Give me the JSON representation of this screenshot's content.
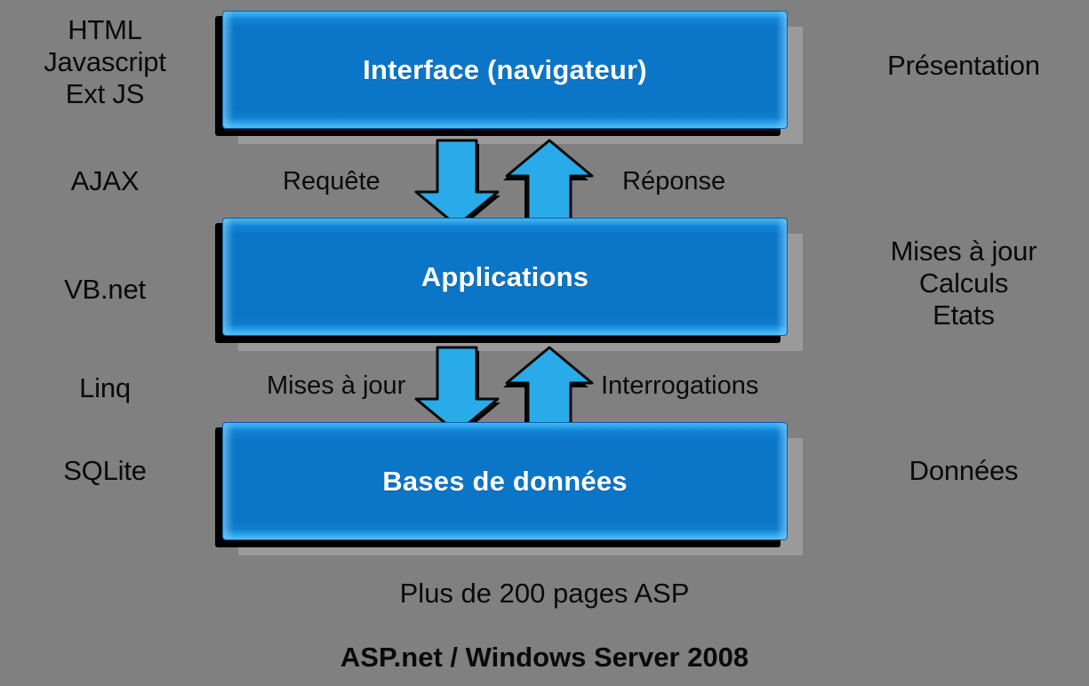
{
  "meta": {
    "background_color": "#808080",
    "box_fill_color": "#0b76c8",
    "box_highlight_color": "#4db4ef",
    "arrow_fill_color": "#29abe9",
    "arrow_outline_color": "#000000",
    "text_color": "#0a0a0a",
    "box_text_color": "#ffffff"
  },
  "left_column": [
    {
      "name": "presentation-stack",
      "text": "HTML\nJavascript\nExt JS"
    },
    {
      "name": "ajax",
      "text": "AJAX"
    },
    {
      "name": "vbnet",
      "text": "VB.net"
    },
    {
      "name": "linq",
      "text": "Linq"
    },
    {
      "name": "sqlite",
      "text": "SQLite"
    }
  ],
  "right_column": [
    {
      "name": "presentation",
      "text": "Présentation"
    },
    {
      "name": "business",
      "text": "Mises à jour\nCalculs\nEtats"
    },
    {
      "name": "data",
      "text": "Données"
    }
  ],
  "layers": [
    {
      "name": "interface",
      "title": "Interface (navigateur)"
    },
    {
      "name": "applications",
      "title": "Applications"
    },
    {
      "name": "databases",
      "title": "Bases de données"
    }
  ],
  "flows": {
    "upper": {
      "down_label": "Requête",
      "up_label": "Réponse",
      "down_icon": "arrow-down-icon",
      "up_icon": "arrow-up-icon"
    },
    "lower": {
      "down_label": "Mises à jour",
      "up_label": "Interrogations",
      "down_icon": "arrow-down-icon",
      "up_icon": "arrow-up-icon"
    }
  },
  "captions": {
    "pages": "Plus de 200 pages ASP",
    "platform": "ASP.net / Windows Server 2008"
  }
}
